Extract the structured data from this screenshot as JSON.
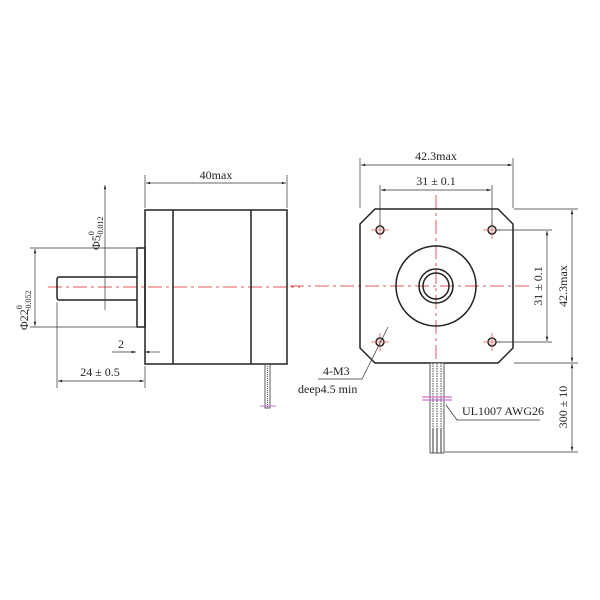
{
  "colors": {
    "outline": "#222222",
    "centerline": "#e05a5a",
    "wire_marker": "#d070d0"
  },
  "side_view": {
    "length_label": "40max",
    "shaft_diameter_label": "Φ5",
    "shaft_tol_upper": "0",
    "shaft_tol_lower": "-0.012",
    "boss_diameter_label": "Φ22",
    "boss_tol_upper": "0",
    "boss_tol_lower": "-0.052",
    "boss_height_label": "2",
    "shaft_length_label": "24 ± 0.5"
  },
  "front_view": {
    "width_label": "42.3max",
    "hole_spacing_h_label": "31 ± 0.1",
    "hole_spacing_v_label": "31 ± 0.1",
    "height_label": "42.3max",
    "lead_length_label": "300 ± 10",
    "hole_spec_label": "4-M3",
    "hole_depth_label": "deep4.5 min",
    "wire_spec_label": "UL1007 AWG26"
  }
}
